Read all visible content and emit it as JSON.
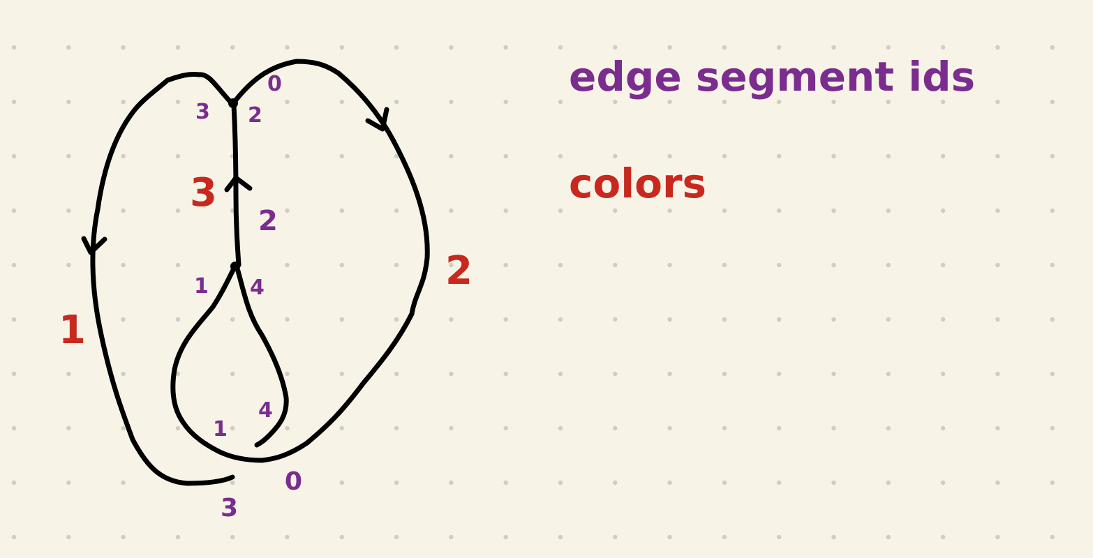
{
  "legend": {
    "segment_ids_label": "edge segment ids",
    "colors_label": "colors"
  },
  "palette": {
    "background": "#f7f4e7",
    "dot": "#cfcdc4",
    "ink": "#000000",
    "segment_id": "#7b2d8f",
    "color_label": "#c8281e"
  },
  "segment_ids": {
    "top_left_3": "3",
    "top_right_2": "2",
    "top_0": "0",
    "middle_2": "2",
    "mid_left_1": "1",
    "mid_right_4": "4",
    "low_left_1": "1",
    "low_right_4": "4",
    "bottom_0": "0",
    "bottom_3": "3"
  },
  "color_labels": {
    "left_1": "1",
    "center_3": "3",
    "right_2": "2"
  },
  "arrow_directions": {
    "left_loop": "down",
    "center_edge": "up",
    "right_loop": "down"
  }
}
